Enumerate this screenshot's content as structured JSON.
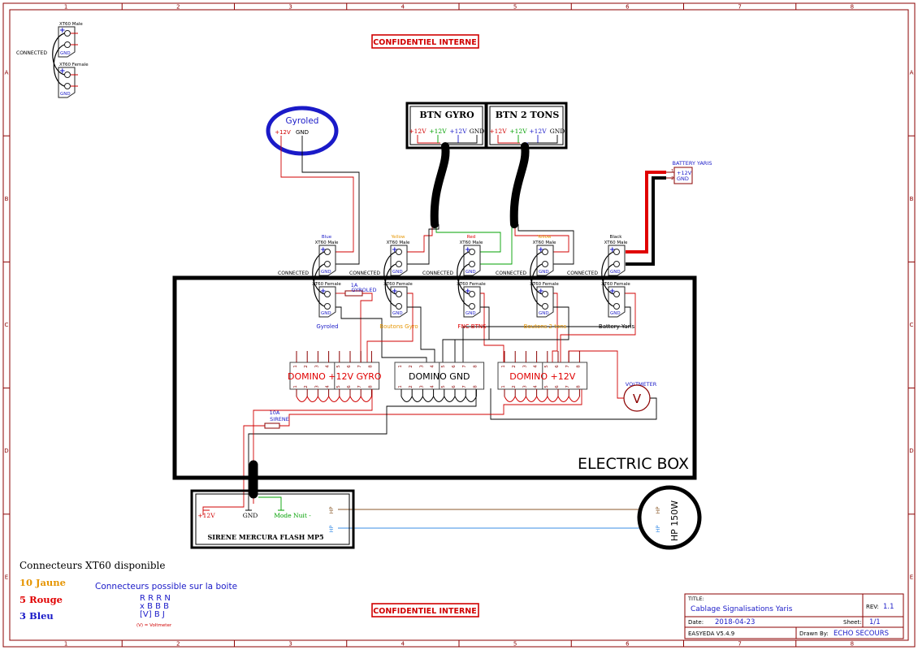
{
  "frame": {
    "col_numbers": [
      "1",
      "2",
      "3",
      "4",
      "5",
      "6",
      "7",
      "8"
    ],
    "row_letters": [
      "A",
      "B",
      "C",
      "D",
      "E"
    ]
  },
  "banners": {
    "confidential": "CONFIDENTIEL INTERNE"
  },
  "legend_conn": {
    "male": "XT60 Male",
    "female": "XT60 Female",
    "connected": "CONNECTED",
    "plus": "+",
    "gnd": "GND"
  },
  "gyroled": {
    "title": "Gyroled",
    "pin1": "+12V",
    "pin2": "GND"
  },
  "btn_gyro": {
    "title": "BTN GYRO",
    "pins": [
      "+12V",
      "+12V",
      "+12V",
      "GND"
    ]
  },
  "btn_2tons": {
    "title": "BTN 2 TONS",
    "pins": [
      "+12V",
      "+12V",
      "+12V",
      "GND"
    ]
  },
  "battery": {
    "title": "BATTERY YARIS",
    "pin1_num": "1",
    "pin2_num": "2",
    "pin1": "+12V",
    "pin2": "GND"
  },
  "connectors": [
    {
      "color_label": "Blue",
      "color": "#1a1ac8",
      "male": "XT60 Male",
      "female": "XT60 Female",
      "connected": "CONNECTED",
      "name": "Gyroled",
      "name_color": "#1a1ac8"
    },
    {
      "color_label": "Yellow",
      "color": "#e69500",
      "male": "XT60 Male",
      "female": "XT60 Female",
      "connected": "CONNECTED",
      "name": "Boutons Gyro",
      "name_color": "#e69500"
    },
    {
      "color_label": "Red",
      "color": "#e00000",
      "male": "XT60 Male",
      "female": "XT60 Female",
      "connected": "CONNECTED",
      "name": "FNC BTNS",
      "name_color": "#e00000"
    },
    {
      "color_label": "Yellow",
      "color": "#e69500",
      "male": "XT60 Male",
      "female": "XT60 Female",
      "connected": "CONNECTED",
      "name": "Boutons 2 tons",
      "name_color": "#e69500"
    },
    {
      "color_label": "Black",
      "color": "#000000",
      "male": "XT60 Male",
      "female": "XT60 Female",
      "connected": "CONNECTED",
      "name": "Battery Yaris",
      "name_color": "#000000"
    }
  ],
  "fuses": {
    "gyro": {
      "rating": "1A",
      "name": "GYROLED"
    },
    "siren": {
      "rating": "10A",
      "name": "SIRENE"
    }
  },
  "dominos": [
    {
      "label": "DOMINO +12V GYRO",
      "label_color": "#e00000",
      "pins": [
        "1",
        "2",
        "3",
        "4",
        "5",
        "6",
        "7",
        "8"
      ]
    },
    {
      "label": "DOMINO GND",
      "label_color": "#000000",
      "pins": [
        "1",
        "2",
        "3",
        "4",
        "5",
        "6",
        "7",
        "8"
      ]
    },
    {
      "label": "DOMINO +12V",
      "label_color": "#e00000",
      "pins": [
        "1",
        "2",
        "3",
        "4",
        "5",
        "6",
        "7",
        "8"
      ]
    }
  ],
  "voltmeter": {
    "title": "VOLTMETER",
    "symbol": "V"
  },
  "electric_box": {
    "label": "ELECTRIC BOX"
  },
  "sirene": {
    "title": "SIRENE MERCURA FLASH MP5",
    "pin_12v": "+12V",
    "pin_gnd": "GND",
    "pin_mode": "Mode Nuit -",
    "hp_top": "HP",
    "hp_bottom": "HP"
  },
  "speaker": {
    "label": "HP 150W",
    "hp_top": "HP",
    "hp_bottom": "HP"
  },
  "notes": {
    "heading": "Connecteurs XT60 disponible",
    "yellow": "10 Jaune",
    "red": "5 Rouge",
    "blue": "3 Bleu",
    "possible": "Connecteurs possible sur la boite",
    "row1": "R R R N",
    "row2": "x B B B",
    "row3": "[V] B J",
    "voltmeter_note": "(V) = Voltmeter"
  },
  "title_block": {
    "title_label": "TITLE:",
    "title": "Cablage Signalisations Yaris",
    "rev_label": "REV:",
    "rev": "1.1",
    "date_label": "Date:",
    "date": "2018-04-23",
    "sheet_label": "Sheet:",
    "sheet": "1/1",
    "tool": "EASYEDA V5.4.9",
    "drawn_label": "Drawn By:",
    "drawn": "ECHO SECOURS"
  }
}
